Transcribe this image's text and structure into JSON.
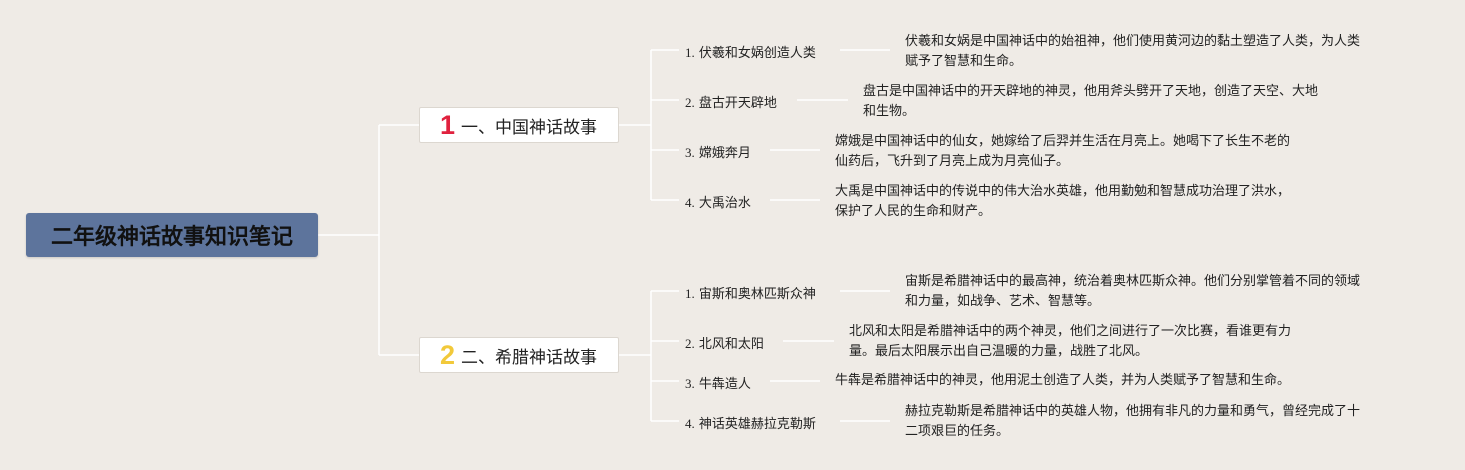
{
  "root": {
    "title": "二年级神话故事知识笔记"
  },
  "colors": {
    "background": "#efebe6",
    "root_fill": "#5d749c",
    "num1": "#e0213e",
    "num2": "#f2c93a",
    "line": "#ffffff"
  },
  "branches": [
    {
      "number": "1",
      "label": "一、中国神话故事",
      "items": [
        {
          "index": "1.",
          "title": "伏羲和女娲创造人类",
          "lines": [
            "伏羲和女娲是中国神话中的始祖神，他们使用黄河边的黏土塑造了人类，为人类",
            "赋予了智慧和生命。"
          ]
        },
        {
          "index": "2.",
          "title": "盘古开天辟地",
          "lines": [
            "盘古是中国神话中的开天辟地的神灵，他用斧头劈开了天地，创造了天空、大地",
            "和生物。"
          ]
        },
        {
          "index": "3.",
          "title": "嫦娥奔月",
          "lines": [
            "嫦娥是中国神话中的仙女，她嫁给了后羿并生活在月亮上。她喝下了长生不老的",
            "仙药后，飞升到了月亮上成为月亮仙子。"
          ]
        },
        {
          "index": "4.",
          "title": "大禹治水",
          "lines": [
            "大禹是中国神话中的传说中的伟大治水英雄，他用勤勉和智慧成功治理了洪水，",
            "保护了人民的生命和财产。"
          ]
        }
      ]
    },
    {
      "number": "2",
      "label": "二、希腊神话故事",
      "items": [
        {
          "index": "1.",
          "title": "宙斯和奥林匹斯众神",
          "lines": [
            "宙斯是希腊神话中的最高神，统治着奥林匹斯众神。他们分别掌管着不同的领域",
            "和力量，如战争、艺术、智慧等。"
          ]
        },
        {
          "index": "2.",
          "title": "北风和太阳",
          "lines": [
            "北风和太阳是希腊神话中的两个神灵，他们之间进行了一次比赛，看谁更有力",
            "量。最后太阳展示出自己温暖的力量，战胜了北风。"
          ]
        },
        {
          "index": "3.",
          "title": "牛犇造人",
          "lines": [
            "牛犇是希腊神话中的神灵，他用泥土创造了人类，并为人类赋予了智慧和生命。"
          ]
        },
        {
          "index": "4.",
          "title": "神话英雄赫拉克勒斯",
          "lines": [
            "赫拉克勒斯是希腊神话中的英雄人物，他拥有非凡的力量和勇气，曾经完成了十",
            "二项艰巨的任务。"
          ]
        }
      ]
    }
  ]
}
